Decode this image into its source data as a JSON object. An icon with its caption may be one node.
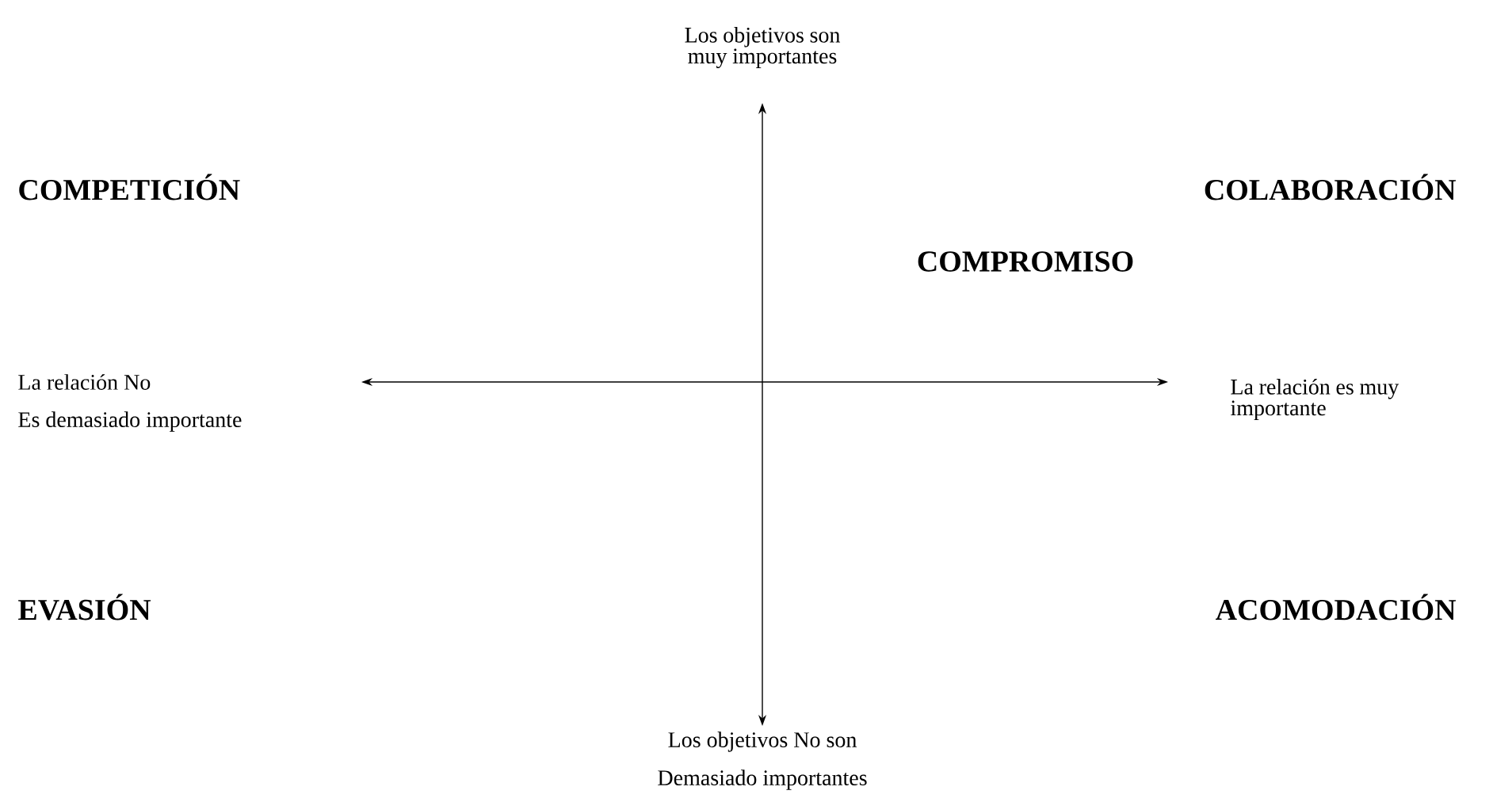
{
  "diagram": {
    "labels": [
      "Los objetivos son muy importantes",
      "COMPETICIÓN",
      "COLABORACIÓN",
      "COMPROMISO",
      "La relación No",
      "Es demasiado importante",
      "La relación es muy importante",
      "EVASIÓN",
      "ACOMODACIÓN",
      "Los objetivos No son",
      "Demasiado importantes"
    ]
  }
}
